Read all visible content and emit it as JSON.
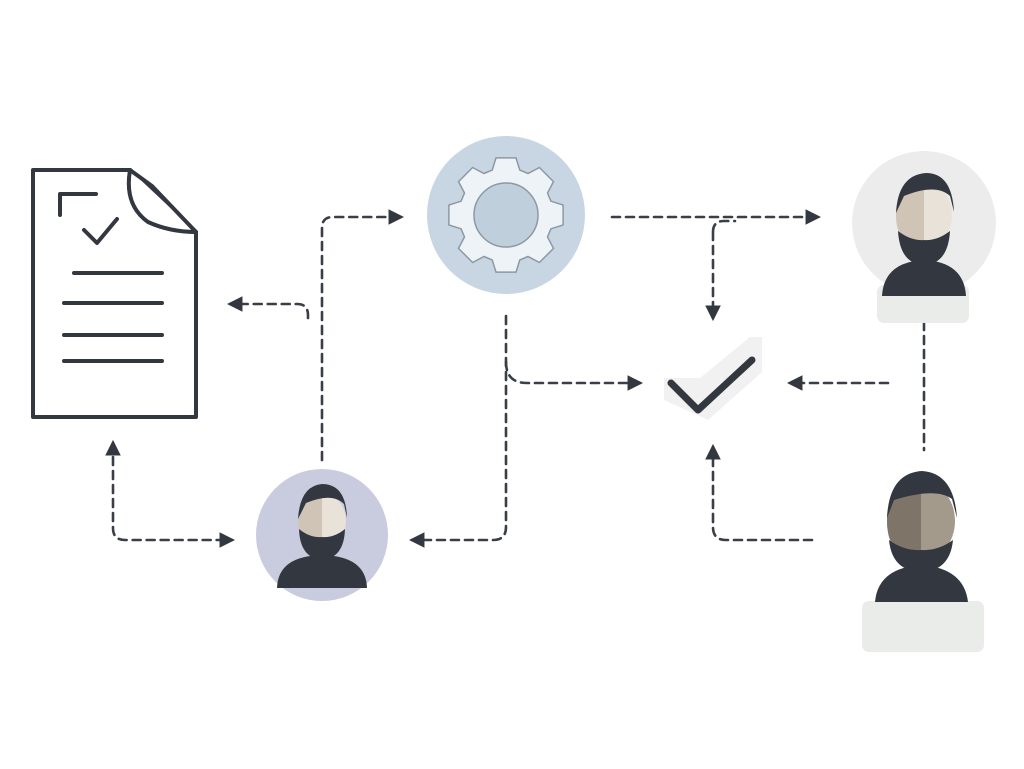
{
  "diagram": {
    "nodes": [
      {
        "id": "document",
        "icon": "document-checklist-icon",
        "label": ""
      },
      {
        "id": "process",
        "icon": "gear-icon",
        "label": ""
      },
      {
        "id": "approval",
        "icon": "checkmark-icon",
        "label": ""
      },
      {
        "id": "requester",
        "icon": "person-avatar-icon",
        "label": ""
      },
      {
        "id": "reviewer",
        "icon": "person-avatar-icon",
        "label": ""
      },
      {
        "id": "approver",
        "icon": "person-avatar-icon",
        "label": ""
      }
    ],
    "connections": [
      {
        "from": "requester",
        "to": "process",
        "style": "dashed"
      },
      {
        "from": "requester",
        "to": "document",
        "style": "dashed"
      },
      {
        "from": "document",
        "to": "requester",
        "style": "dashed"
      },
      {
        "from": "process",
        "to": "requester",
        "style": "dashed"
      },
      {
        "from": "process",
        "to": "approval",
        "style": "dashed"
      },
      {
        "from": "process",
        "to": "reviewer",
        "style": "dashed"
      },
      {
        "from": "reviewer",
        "to": "approval",
        "style": "dashed"
      },
      {
        "from": "approver",
        "to": "approval",
        "style": "dashed"
      },
      {
        "from": "reviewer",
        "to": "approver",
        "style": "dashed-undirected"
      }
    ]
  },
  "colors": {
    "stroke": "#333840",
    "gear_circle": "#c7d6e2",
    "gear_fill": "#eef3f7",
    "gear_hole": "#bfd0dc",
    "requester_circle": "#c9cbdf",
    "reviewer_circle": "#ececec",
    "skin_light": "#cfc4b6",
    "skin_light_shade": "#e9e2d8",
    "skin_dark": "#7e7568",
    "skin_dark_shade": "#a49a8b",
    "hair": "#333840",
    "card_bg": "#e9ece8",
    "check_bg": "#f1f1f1"
  }
}
